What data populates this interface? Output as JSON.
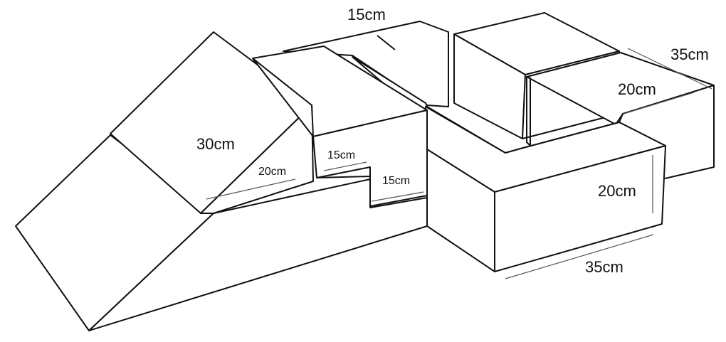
{
  "labels": {
    "top_depth": "15cm",
    "wedge_length": "30cm",
    "wedge_height": "20cm",
    "step_upper": "15cm",
    "step_lower": "15cm",
    "right_depth": "35cm",
    "right_inner_height": "20cm",
    "front_height": "20cm",
    "front_width": "35cm"
  },
  "colors": {
    "stroke": "#111111",
    "fill": "#ffffff"
  }
}
